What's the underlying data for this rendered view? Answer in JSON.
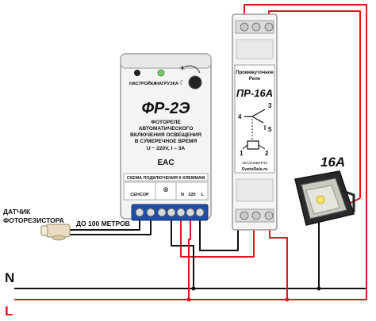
{
  "photo_relay": {
    "indicator_labels": [
      "НАСТРОЙКА",
      "НАГРУЗКА"
    ],
    "model": "ФР-2Э",
    "description_lines": [
      "ФОТОРЕЛЕ",
      "АВТОМАТИЧЕСКОГО",
      "ВКЛЮЧЕНИЯ ОСВЕЩЕНИЯ",
      "В СУМЕРЕЧНОЕ ВРЕМЯ",
      "U ~ 220V, I – 3A"
    ],
    "cert_mark": "EAC",
    "wiring_caption": "СХЕМА ПОДКЛЮЧЕНИЯ К КЛЕММАМ",
    "terminal_labels": [
      "СЕНСОР",
      "N",
      "220",
      "L"
    ]
  },
  "intermediate_relay": {
    "title_lines": [
      "Промежуточное",
      "Реле"
    ],
    "model": "ПР-16А",
    "contact_numbers": [
      "3",
      "4",
      "5",
      "1",
      "2"
    ],
    "rating": "16А/240В/IP40",
    "brand": "SvetoRele.ru"
  },
  "sensor": {
    "label_lines": [
      "ДАТЧИК",
      "ФОТОРЕЗИСТОРА"
    ],
    "distance": "ДО 100 МЕТРОВ"
  },
  "lamp": {
    "rating": "16А"
  },
  "lines": {
    "neutral": "N",
    "phase": "L"
  },
  "colors": {
    "neutral_wire": "#111111",
    "phase_wire": "#e0141e",
    "terminal_block": "#1f4fa8",
    "device_body": "#f4f4f2"
  }
}
